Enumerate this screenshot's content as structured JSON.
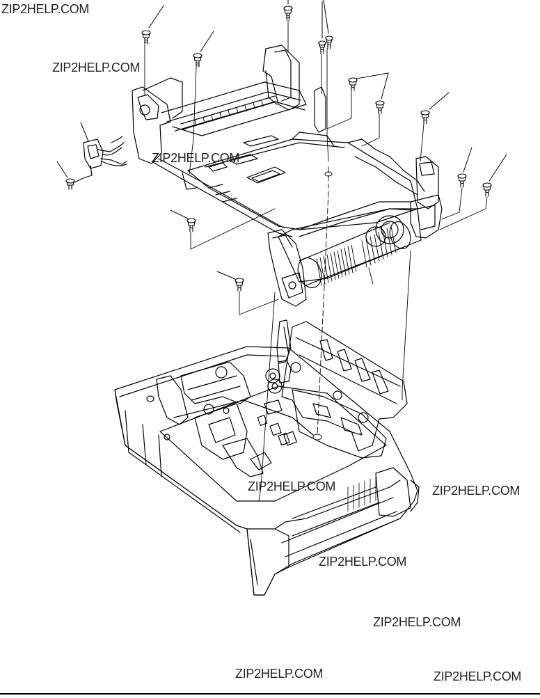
{
  "watermarks": [
    "ZIP2HELP.COM",
    "ZIP2HELP.COM",
    "ZIP2HELP.COM",
    "ZIP2HELP.COM",
    "ZIP2HELP.COM",
    "ZIP2HELP.COM",
    "ZIP2HELP.COM",
    "ZIP2HELP.COM",
    "ZIP2HELP.COM"
  ],
  "colors": {
    "line": "#000000",
    "background": "#ffffff",
    "watermark": "#222222"
  }
}
